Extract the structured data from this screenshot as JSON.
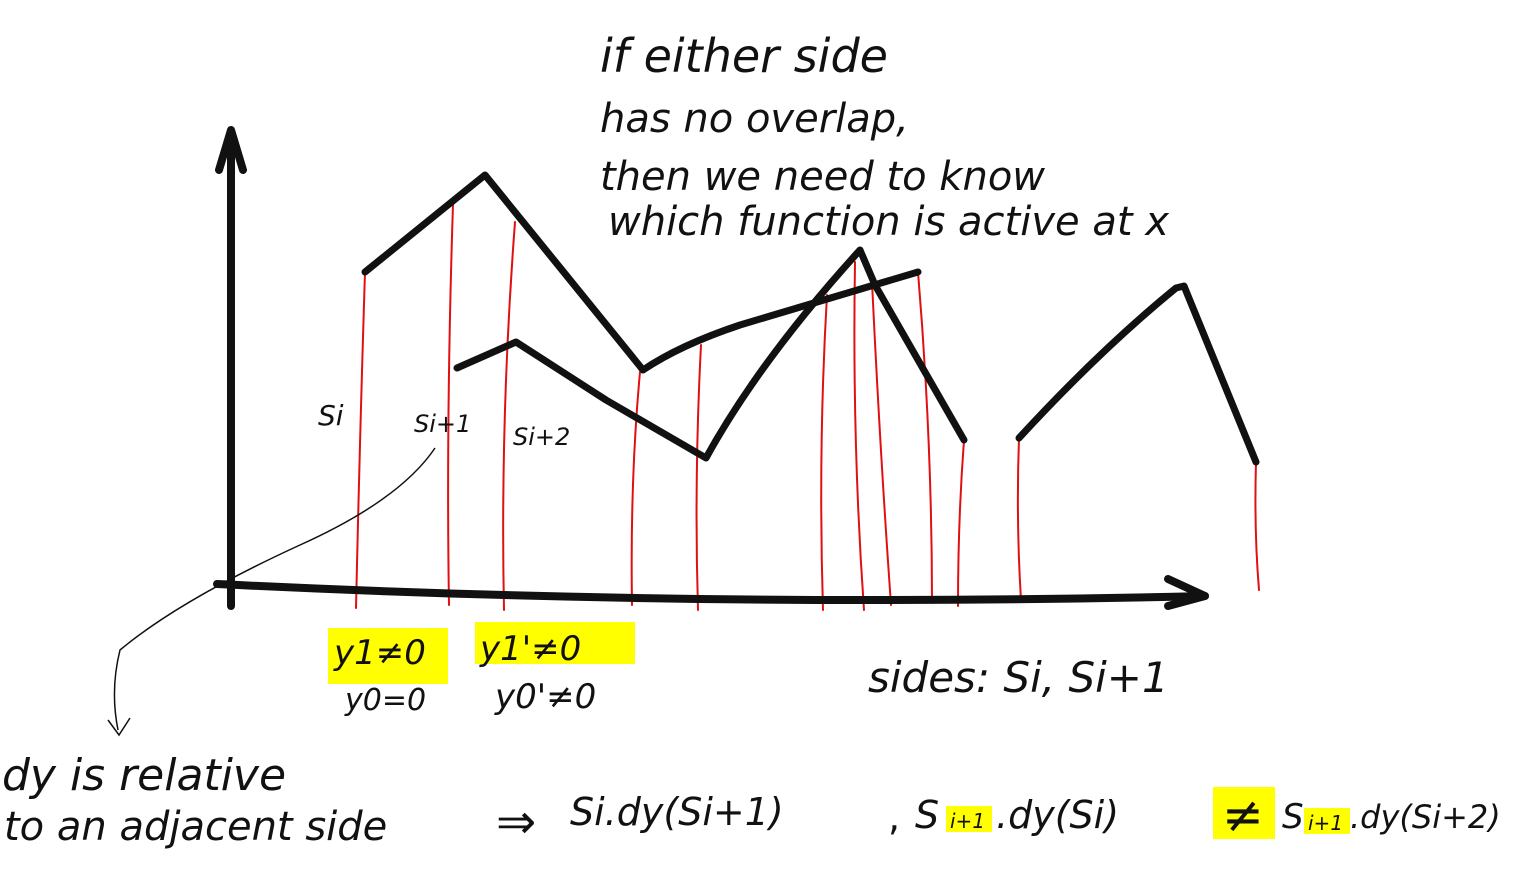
{
  "colors": {
    "ink": "#111111",
    "guide": "#e01010",
    "highlight": "#ffff00",
    "background": "#ffffff"
  },
  "note": {
    "line1": "if either side",
    "line2": "has no overlap,",
    "line3": "then we need to know",
    "line4": "which function is active at x"
  },
  "labels": {
    "s_i": "Si",
    "s_i1": "Si+1",
    "s_i2": "Si+2",
    "sides": "sides: Si, Si+1"
  },
  "conditions": {
    "left_top": "y1≠0",
    "left_bottom": "y0=0",
    "right_top": "y1'≠0",
    "right_bottom": "y0'≠0"
  },
  "bottom": {
    "line1": "dy is relative",
    "line2": "to an adjacent side",
    "arrow": "⇒",
    "expr1": "Si.dy(Si+1)",
    "comma": ",",
    "expr2_pre": "S",
    "expr2_sub": "i+1",
    "expr2_post": ".dy(Si)",
    "neq": "≠",
    "expr3_pre": "S",
    "expr3_sub": "i+1",
    "expr3_post": ".dy(Si+2)"
  }
}
